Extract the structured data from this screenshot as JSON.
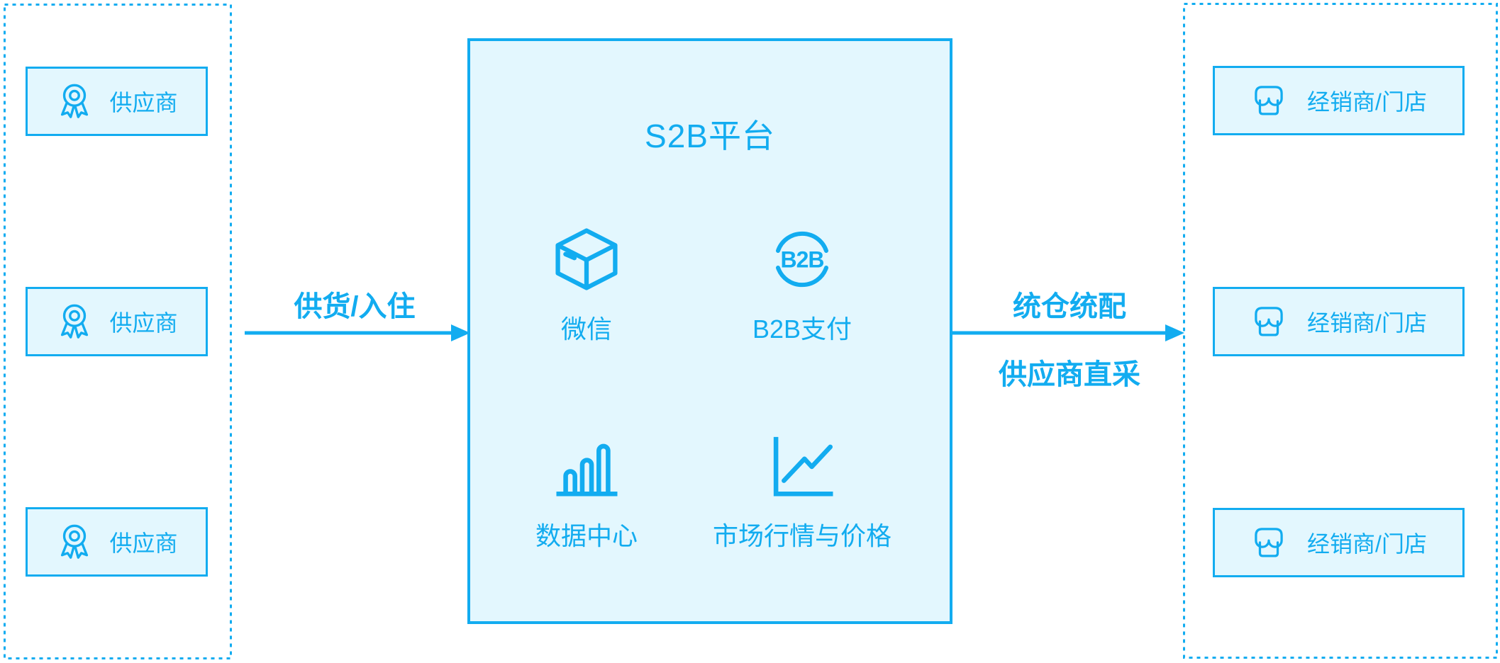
{
  "colors": {
    "accent": "#12ACF0",
    "box_fill": "#E3F7FE",
    "background": "#FFFFFF"
  },
  "suppliers": {
    "items": [
      {
        "label": "供应商",
        "icon": "medal-icon"
      },
      {
        "label": "供应商",
        "icon": "medal-icon"
      },
      {
        "label": "供应商",
        "icon": "medal-icon"
      }
    ]
  },
  "platform": {
    "title": "S2B平台",
    "features": [
      {
        "label": "微信",
        "icon": "package-icon"
      },
      {
        "label": "B2B支付",
        "icon": "b2b-circle-icon",
        "icon_text": "B2B"
      },
      {
        "label": "数据中心",
        "icon": "bar-chart-icon"
      },
      {
        "label": "市场行情与价格",
        "icon": "line-chart-icon"
      }
    ]
  },
  "flows": {
    "inbound": {
      "label": "供货/入住",
      "direction": "right"
    },
    "outbound": {
      "label_top": "统仓统配",
      "label_bottom": "供应商直采",
      "direction": "right"
    }
  },
  "distributors": {
    "items": [
      {
        "label": "经销商/门店",
        "icon": "storefront-icon"
      },
      {
        "label": "经销商/门店",
        "icon": "storefront-icon"
      },
      {
        "label": "经销商/门店",
        "icon": "storefront-icon"
      }
    ]
  }
}
